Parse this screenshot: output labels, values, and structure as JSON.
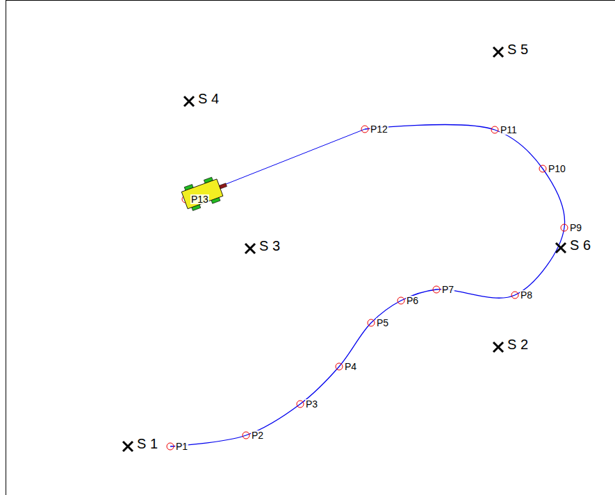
{
  "diagram": {
    "labels": [
      "P1",
      "P2",
      "P3",
      "P4",
      "P5",
      "P6",
      "P7",
      "P8",
      "P9",
      "P10",
      "P11",
      "P12",
      "P13",
      "S 1",
      "S 2",
      "S 3",
      "S 4",
      "S 5",
      "S 6"
    ]
  }
}
